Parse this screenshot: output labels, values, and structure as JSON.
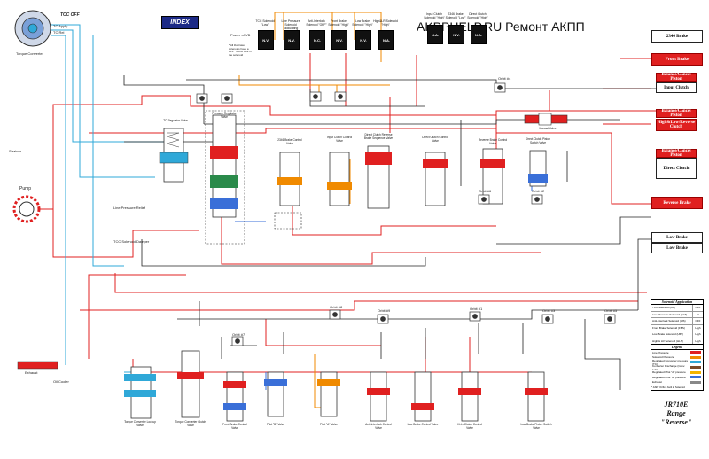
{
  "header": {
    "site_title": "AKPPHELP.RU Ремонт АКПП",
    "index_button": "INDEX",
    "tcc_off": "TCC OFF"
  },
  "torque_converter": {
    "label": "Torque Converter",
    "apply": "TC Apply",
    "release": "TC Rel"
  },
  "pump": {
    "label": "Pump",
    "strainer": "Strainer"
  },
  "solenoids_left": [
    {
      "name": "TCC Solenoid \"Low\"",
      "state": "N.V."
    },
    {
      "name": "Line Pressure Solenoid Modulating",
      "state": "N.V."
    },
    {
      "name": "Anti-Interlock Solenoid \"OFF\"",
      "state": "N.C."
    },
    {
      "name": "Front Brake Solenoid \"High\"",
      "state": "N.V."
    },
    {
      "name": "Low Brake Solenoid \"High\"",
      "state": "N.V."
    },
    {
      "name": "High&LR Solenoid \"High\"",
      "state": "N.A."
    }
  ],
  "solenoids_right": [
    {
      "name": "Input Clutch Solenoid \"High\"",
      "state": "N.A."
    },
    {
      "name": "2346 Brake Solenoid \"Low\"",
      "state": "N.V."
    },
    {
      "name": "Direct Clutch Solenoid \"High\"",
      "state": "N.A."
    }
  ],
  "solenoid_note": {
    "power": "Power of VB",
    "note": "* All illustrated solenoids have a AFP* rootfix built in the solenoid"
  },
  "right_boxes": [
    {
      "label": "2346 Brake",
      "style": "white"
    },
    {
      "label": "Front Brake",
      "style": "red"
    },
    {
      "label": "Balance/Cancel Piston",
      "style": "red"
    },
    {
      "label": "Input Clutch",
      "style": "white"
    },
    {
      "label": "Balance/Cancel Piston",
      "style": "red"
    },
    {
      "label": "High&Low/Reverse Clutch",
      "style": "red"
    },
    {
      "label": "Balance/Cancel Piston",
      "style": "red"
    },
    {
      "label": "Direct Clutch",
      "style": "white"
    },
    {
      "label": "Reverse Brake",
      "style": "red"
    },
    {
      "label": "Low Brake",
      "style": "white"
    },
    {
      "label": "Low Brake",
      "style": "white"
    }
  ],
  "valve_labels": [
    "Pressure Regulator Valve",
    "TC Regulator Valve",
    "2346 Brake Control Valve",
    "Input Clutch Control Valve",
    "Direct Clutch Reverse Brake Sequence Valve",
    "Direct Clutch Control Valve",
    "Reverse Brake Control Valve",
    "Direct Clutch Piston Switch Valve",
    "Manual Valve",
    "Torque Converter Lockup Valve",
    "Torque Converter Clutch Valve",
    "Front Brake Control Valve",
    "Pilot \"B\" Valve",
    "Pilot \"A\" Valve",
    "Anti-Interlock Control Valve",
    "Low Brake Control Valve",
    "Hi-Lr Clutch Control Valve",
    "Low Brake Piston Switch Valve"
  ],
  "checkball_labels": [
    "Orbit #4",
    "Orbit #7",
    "Orbit #8",
    "Orbit #9",
    "Orbit #1",
    "Orbit #3",
    "Orbit #5",
    "Orbit #6",
    "Orbit #2"
  ],
  "solenoid_table": {
    "title": "Solenoid Application",
    "rows": [
      {
        "name": "TCC Solenoid (RH)",
        "val": "OFF"
      },
      {
        "name": "Line Pressure Solenoid (SLT)",
        "val": "Hi"
      },
      {
        "name": "Anti-Interlock Solenoid (AIS)",
        "val": "OFF"
      },
      {
        "name": "Front Brake Solenoid (FBS)",
        "val": "High"
      },
      {
        "name": "Low Brake Solenoid (LBS)",
        "val": "High"
      },
      {
        "name": "High & LR Solenoid (HLS)",
        "val": "High"
      },
      {
        "name": "Input Clutch Solenoid (ICS)",
        "val": "High"
      },
      {
        "name": "2346 Brake Solenoid (BS)",
        "val": "Low"
      },
      {
        "name": "Direct Clutch Solenoid (DCS)",
        "val": "High"
      }
    ]
  },
  "legend": {
    "title": "Legend",
    "rows": [
      {
        "name": "Line Pressure",
        "color": "#e02020"
      },
      {
        "name": "Solenoid Pressure",
        "color": "#f08a00"
      },
      {
        "name": "Regulated Converter pressure (TC)",
        "color": "#2fa8d8"
      },
      {
        "name": "Converter Discharge (Conv. Lubr)",
        "color": "#7a4a2a"
      },
      {
        "name": "Regulated Pilot \"A\" pressure",
        "color": "#f4b400"
      },
      {
        "name": "Regulated Pilot \"B\" pressure",
        "color": "#3a6fd8"
      },
      {
        "name": "Exhaust",
        "color": "#888888"
      }
    ],
    "note": "* ASP* Orifice built in Solenoid"
  },
  "range": {
    "model": "JR710E",
    "label": "Range",
    "value": "\"Reverse\""
  },
  "misc": {
    "low_pressure_relief": "Line Pressure Relief",
    "tcc_damper": "TCC Solenoid Damper",
    "exhaust": "Exhaust",
    "oil_cooler": "Oil Cooler"
  },
  "colors": {
    "line": "#e02020",
    "solenoid": "#f08a00",
    "converter": "#2fa8d8",
    "pilot_b": "#3a6fd8",
    "exhaust": "#222222",
    "index": "#1c2a86"
  }
}
